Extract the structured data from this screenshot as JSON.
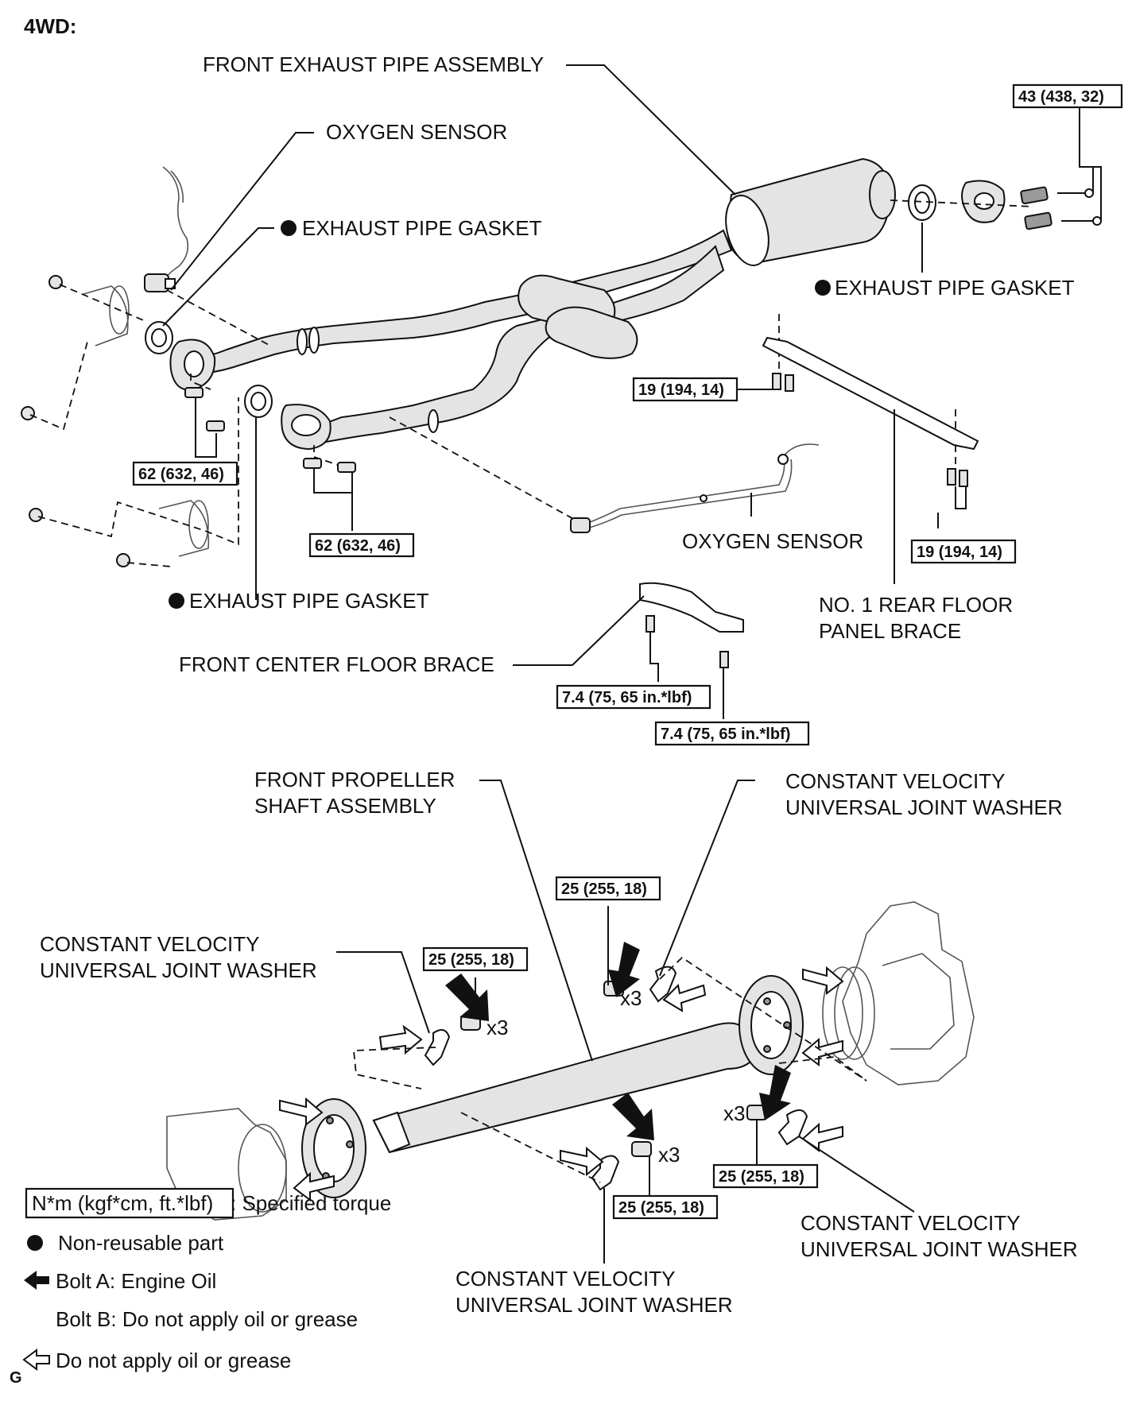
{
  "header": {
    "title": "4WD:"
  },
  "labels": {
    "front_exhaust_pipe_assembly": "FRONT EXHAUST PIPE ASSEMBLY",
    "oxygen_sensor_top": "OXYGEN SENSOR",
    "exhaust_pipe_gasket_1": "EXHAUST PIPE GASKET",
    "exhaust_pipe_gasket_2": "EXHAUST PIPE GASKET",
    "exhaust_pipe_gasket_3": "EXHAUST PIPE GASKET",
    "oxygen_sensor_bottom": "OXYGEN SENSOR",
    "rear_floor_brace_line1": "NO. 1 REAR FLOOR",
    "rear_floor_brace_line2": "PANEL BRACE",
    "front_center_floor_brace": "FRONT CENTER FLOOR BRACE",
    "propeller_line1": "FRONT PROPELLER",
    "propeller_line2": "SHAFT ASSEMBLY",
    "cv_washer_line1": "CONSTANT VELOCITY",
    "cv_washer_line2": "UNIVERSAL JOINT WASHER",
    "x3": "x3"
  },
  "torques": {
    "t43": "43 (438, 32)",
    "t19": "19 (194, 14)",
    "t62": "62 (632, 46)",
    "t74": "7.4 (75, 65 in.*lbf)",
    "t25": "25 (255, 18)"
  },
  "legend": {
    "specified_torque_box": "N*m (kgf*cm, ft.*lbf)",
    "specified_torque_text": ": Specified torque",
    "non_reusable": "Non-reusable part",
    "bolt_a": "Bolt A: Engine Oil",
    "bolt_b": "Bolt B: Do not apply oil or grease",
    "no_oil": "Do not apply oil or grease",
    "corner_mark": "G"
  }
}
